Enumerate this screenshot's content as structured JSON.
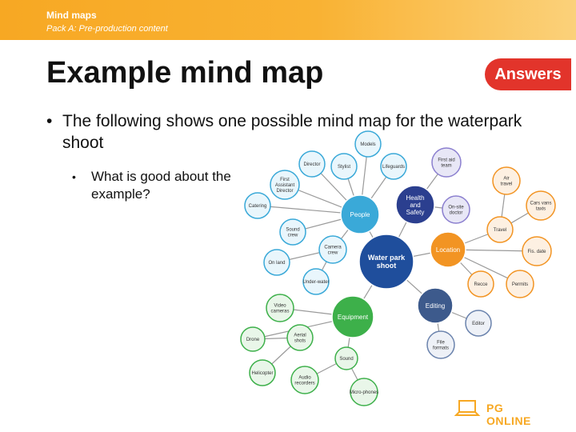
{
  "header": {
    "title": "Mind maps",
    "subtitle": "Pack A: Pre-production content"
  },
  "slide": {
    "title": "Example mind map",
    "answers_button": "Answers",
    "bullet": "The following shows one possible mind map for the waterpark shoot",
    "sub_bullet": "What is good about the example?"
  },
  "mindmap": {
    "central": {
      "id": "center",
      "label": "Water park shoot",
      "color": "#1f4e9c"
    },
    "nodes": [
      {
        "id": "people",
        "label": "People",
        "parent": "center",
        "color": "#3aa9d8",
        "level": 1
      },
      {
        "id": "health",
        "label": "Health and Safety",
        "parent": "center",
        "color": "#2b3f8f",
        "level": 1
      },
      {
        "id": "location",
        "label": "Location",
        "parent": "center",
        "color": "#f29423",
        "level": 1
      },
      {
        "id": "editing",
        "label": "Editing",
        "parent": "center",
        "color": "#3d5a8c",
        "level": 1
      },
      {
        "id": "equipment",
        "label": "Equipment",
        "parent": "center",
        "color": "#3db04a",
        "level": 1
      },
      {
        "id": "director",
        "label": "Director",
        "parent": "people",
        "level": 2
      },
      {
        "id": "stylist",
        "label": "Stylist",
        "parent": "people",
        "level": 2
      },
      {
        "id": "models",
        "label": "Models",
        "parent": "people",
        "level": 2
      },
      {
        "id": "lifeguards",
        "label": "Lifeguards",
        "parent": "people",
        "level": 2
      },
      {
        "id": "firstad",
        "label": "First Assistant Director",
        "parent": "people",
        "level": 2
      },
      {
        "id": "catering",
        "label": "Catering",
        "parent": "people",
        "level": 2
      },
      {
        "id": "soundcrew",
        "label": "Sound crew",
        "parent": "people",
        "level": 2
      },
      {
        "id": "cameracrew",
        "label": "Camera crew",
        "parent": "people",
        "level": 2
      },
      {
        "id": "onland",
        "label": "On land",
        "parent": "cameracrew",
        "level": 3
      },
      {
        "id": "underwater",
        "label": "Under-water",
        "parent": "cameracrew",
        "level": 3
      },
      {
        "id": "firstaid",
        "label": "First aid team",
        "parent": "health",
        "level": 2
      },
      {
        "id": "onsitedoctor",
        "label": "On-site doctor",
        "parent": "health",
        "level": 2
      },
      {
        "id": "travel",
        "label": "Travel",
        "parent": "location",
        "level": 2
      },
      {
        "id": "airtravel",
        "label": "Air travel",
        "parent": "travel",
        "level": 3
      },
      {
        "id": "cars",
        "label": "Cars vans taxis",
        "parent": "travel",
        "level": 3
      },
      {
        "id": "recce",
        "label": "Recce",
        "parent": "location",
        "level": 2
      },
      {
        "id": "permits",
        "label": "Permits",
        "parent": "location",
        "level": 2
      },
      {
        "id": "fiscase",
        "label": "Fis. date",
        "parent": "location",
        "level": 2
      },
      {
        "id": "editor",
        "label": "Editor",
        "parent": "editing",
        "level": 2
      },
      {
        "id": "fileformats",
        "label": "File formats",
        "parent": "editing",
        "level": 2
      },
      {
        "id": "videocameras",
        "label": "Video cameras",
        "parent": "equipment",
        "level": 2
      },
      {
        "id": "drone",
        "label": "Drone",
        "parent": "equipment",
        "level": 2
      },
      {
        "id": "aerialshots",
        "label": "Aerial shots",
        "parent": "drone",
        "level": 3
      },
      {
        "id": "helicopter",
        "label": "Helicopter",
        "parent": "aerialshots",
        "level": 3
      },
      {
        "id": "sound",
        "label": "Sound",
        "parent": "equipment",
        "level": 2
      },
      {
        "id": "audiorecorders",
        "label": "Audio recorders",
        "parent": "sound",
        "level": 3
      },
      {
        "id": "microphones",
        "label": "Micro-phones",
        "parent": "sound",
        "level": 3
      }
    ]
  },
  "logo": {
    "text": "PG ONLINE"
  }
}
